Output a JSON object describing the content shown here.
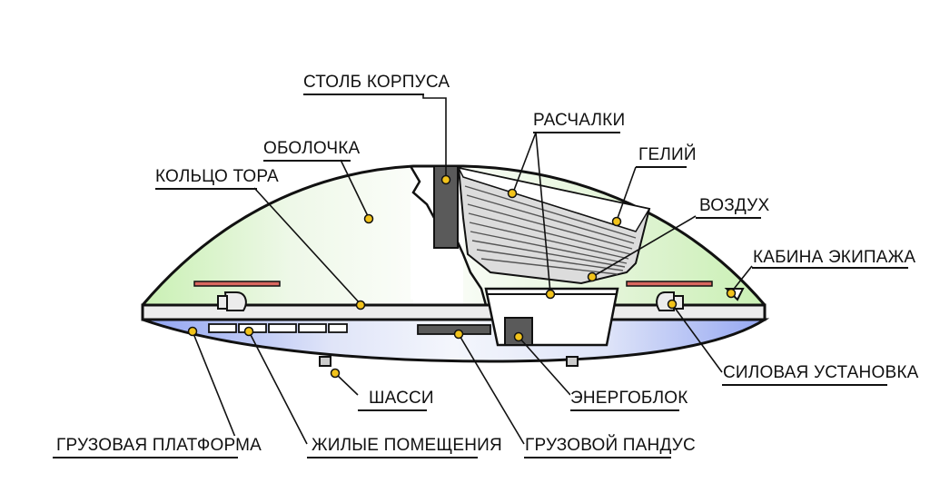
{
  "diagram": {
    "labels": {
      "hull_post": "СТОЛБ КОРПУСА",
      "braces": "РАСЧАЛКИ",
      "shell": "ОБОЛОЧКА",
      "helium": "ГЕЛИЙ",
      "torus_ring": "КОЛЬЦО ТОРА",
      "air": "ВОЗДУХ",
      "crew_cabin": "КАБИНА ЭКИПАЖА",
      "power_plant": "СИЛОВАЯ УСТАНОВКА",
      "chassis": "ШАССИ",
      "power_unit": "ЭНЕРГОБЛОК",
      "cargo_platform": "ГРУЗОВАЯ ПЛАТФОРМА",
      "living_quarters": "ЖИЛЫЕ ПОМЕЩЕНИЯ",
      "cargo_ramp": "ГРУЗОВОЙ ПАНДУС"
    },
    "colors": {
      "upper_gradient_edge": "#c9f0b3",
      "upper_center": "#f4faf1",
      "lower_blue": "#8fa3f2",
      "lower_blue_light": "#eef1fb",
      "marker": "#f2c31b",
      "post": "#5a5a5a",
      "platform_red": "#d9675f",
      "band": "#ececec"
    }
  }
}
